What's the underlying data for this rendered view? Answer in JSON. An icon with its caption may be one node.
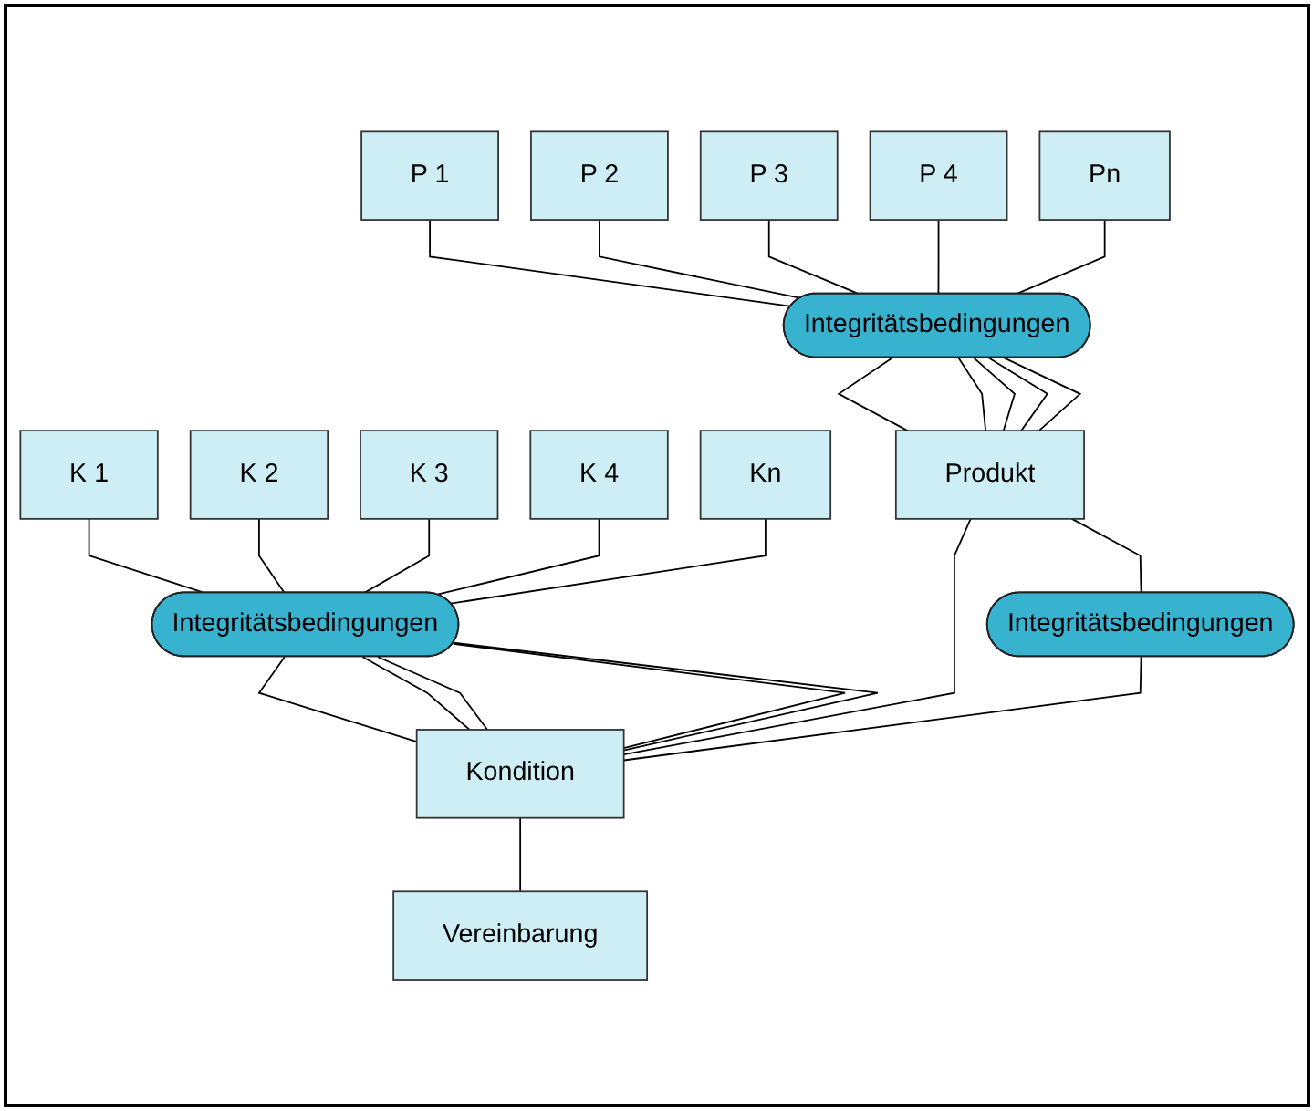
{
  "diagram": {
    "nodes": [
      {
        "text": [
          "P 1"
        ]
      },
      {
        "text": [
          "P 2"
        ]
      },
      {
        "text": [
          "P 3"
        ]
      },
      {
        "text": [
          "P 4"
        ]
      },
      {
        "text": [
          "Pn"
        ]
      },
      {
        "text": [
          "K 1"
        ]
      },
      {
        "text": [
          "K 2"
        ]
      },
      {
        "text": [
          "K 3"
        ]
      },
      {
        "text": [
          "K 4"
        ]
      },
      {
        "text": [
          "Kn"
        ]
      },
      {
        "text": [
          "Integritätsbedingungen"
        ]
      },
      {
        "text": [
          "Integritätsbedingungen"
        ]
      },
      {
        "text": [
          "Produkt"
        ]
      },
      {
        "text": [
          "Kondition"
        ]
      },
      {
        "text": [
          "Integritätsbedingungen"
        ]
      },
      {
        "text": [
          "Vereinbarung"
        ]
      }
    ],
    "edges": [
      {
        "from": 0,
        "to": 10,
        "arrow": "none"
      },
      {
        "from": 1,
        "to": 10,
        "arrow": "none"
      },
      {
        "from": 2,
        "to": 10,
        "arrow": "none"
      },
      {
        "from": 3,
        "to": 10,
        "arrow": "none"
      },
      {
        "from": 4,
        "to": 10,
        "arrow": "none"
      },
      {
        "from": 5,
        "to": 11,
        "arrow": "none"
      },
      {
        "from": 6,
        "to": 11,
        "arrow": "none"
      },
      {
        "from": 7,
        "to": 11,
        "arrow": "none"
      },
      {
        "from": 8,
        "to": 11,
        "arrow": "none"
      },
      {
        "from": 9,
        "to": 11,
        "arrow": "none"
      },
      {
        "from": 10,
        "to": 12,
        "arrow": "none"
      },
      {
        "from": 10,
        "to": 12,
        "arrow": "none"
      },
      {
        "from": 10,
        "to": 12,
        "arrow": "none"
      },
      {
        "from": 10,
        "to": 12,
        "arrow": "none"
      },
      {
        "from": 10,
        "to": 12,
        "arrow": "none"
      },
      {
        "from": 11,
        "to": 13,
        "arrow": "none"
      },
      {
        "from": 11,
        "to": 13,
        "arrow": "none"
      },
      {
        "from": 11,
        "to": 13,
        "arrow": "none"
      },
      {
        "from": 11,
        "to": 13,
        "arrow": "none"
      },
      {
        "from": 11,
        "to": 13,
        "arrow": "none"
      },
      {
        "from": 12,
        "to": 13,
        "arrow": "none"
      },
      {
        "from": 12,
        "to": 14,
        "arrow": "none"
      },
      {
        "from": 14,
        "to": 13,
        "arrow": "none"
      },
      {
        "from": 13,
        "to": 15,
        "arrow": "none"
      }
    ]
  }
}
